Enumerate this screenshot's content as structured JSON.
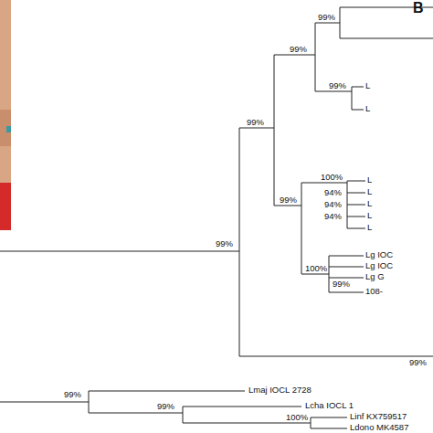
{
  "diagram": {
    "labels": [
      "B",
      "99%",
      "99%",
      "99%",
      "L",
      "L",
      "99%",
      "100%",
      "L",
      "L",
      "94%",
      "L",
      "94%",
      "99%",
      "L",
      "94%",
      "L",
      "99%",
      "Lg IOC",
      "100%",
      "Lg IOC",
      "Lg G",
      "99%",
      "108-",
      "99%",
      "Lmaj IOCL 2728",
      "99%",
      "99%",
      "Lcha IOCL 1",
      "Linf KX759517",
      "100%",
      "Ldono MK4587"
    ]
  }
}
